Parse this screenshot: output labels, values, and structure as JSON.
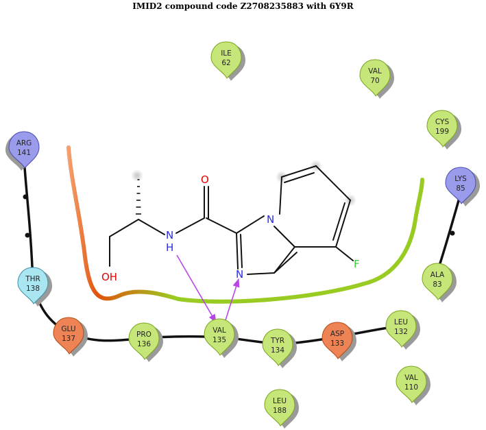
{
  "title": "IMID2 compound code Z2708235883  with 6Y9R",
  "colors": {
    "hydrophobic": "#c7e67a",
    "hydrophobic_edge": "#7aa51c",
    "negative": "#ee8455",
    "negative_edge": "#b04a14",
    "positive": "#9b9bec",
    "positive_edge": "#4a4ab0",
    "polar": "#a9e6f2",
    "polar_edge": "#3c8fa8",
    "hbond_arrow": "#b847e6",
    "pocket_start": "#f4a070",
    "pocket_mid": "#e0530a",
    "pocket_end": "#99cc22",
    "nitrogen": "#2a2ae6",
    "oxygen": "#e60000",
    "fluorine": "#33cc33"
  },
  "residues": [
    {
      "id": "arg141",
      "name": "ARG",
      "num": "141",
      "type": "positive"
    },
    {
      "id": "thr138",
      "name": "THR",
      "num": "138",
      "type": "polar"
    },
    {
      "id": "glu137",
      "name": "GLU",
      "num": "137",
      "type": "negative"
    },
    {
      "id": "pro136",
      "name": "PRO",
      "num": "136",
      "type": "hydrophobic"
    },
    {
      "id": "val135",
      "name": "VAL",
      "num": "135",
      "type": "hydrophobic"
    },
    {
      "id": "tyr134",
      "name": "TYR",
      "num": "134",
      "type": "hydrophobic"
    },
    {
      "id": "asp133",
      "name": "ASP",
      "num": "133",
      "type": "negative"
    },
    {
      "id": "leu132",
      "name": "LEU",
      "num": "132",
      "type": "hydrophobic"
    },
    {
      "id": "leu188",
      "name": "LEU",
      "num": "188",
      "type": "hydrophobic"
    },
    {
      "id": "val110",
      "name": "VAL",
      "num": "110",
      "type": "hydrophobic"
    },
    {
      "id": "ile62",
      "name": "ILE",
      "num": "62",
      "type": "hydrophobic"
    },
    {
      "id": "val70",
      "name": "VAL",
      "num": "70",
      "type": "hydrophobic"
    },
    {
      "id": "cys199",
      "name": "CYS",
      "num": "199",
      "type": "hydrophobic"
    },
    {
      "id": "lys85",
      "name": "LYS",
      "num": "85",
      "type": "positive"
    },
    {
      "id": "ala83",
      "name": "ALA",
      "num": "83",
      "type": "hydrophobic"
    }
  ],
  "atoms": {
    "O_carbonyl": "O",
    "N_amide": "N",
    "H_amide": "H",
    "OH": "OH",
    "N_bridge": "N",
    "N_imine": "N",
    "F": "F"
  }
}
